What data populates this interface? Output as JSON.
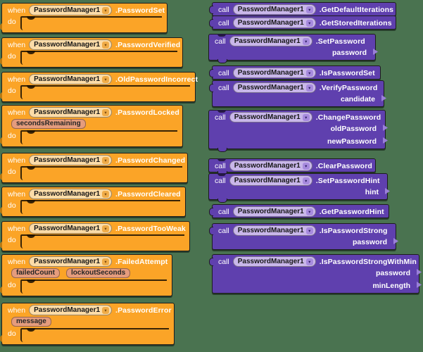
{
  "labels": {
    "when": "when",
    "call": "call",
    "do": "do"
  },
  "component": "PasswordManager1",
  "icons": {
    "dropdown_arrow": "▾"
  },
  "colors": {
    "workspace_background": "#4A7350",
    "event_block": "#FBA427",
    "method_block": "#5F40AE",
    "event_dropdown_pill": "#FCDCA8",
    "method_dropdown_pill": "#C9B7EA",
    "event_param_pill": "#E59C7D"
  },
  "events": [
    {
      "name": ".PasswordSet",
      "params": []
    },
    {
      "name": ".PasswordVerified",
      "params": []
    },
    {
      "name": ".OldPasswordIncorrect",
      "params": []
    },
    {
      "name": ".PasswordLocked",
      "params": [
        "secondsRemaining"
      ]
    },
    {
      "name": ".PasswordChanged",
      "params": []
    },
    {
      "name": ".PasswordCleared",
      "params": []
    },
    {
      "name": ".PasswordTooWeak",
      "params": []
    },
    {
      "name": ".FailedAttempt",
      "params": [
        "failedCount",
        "lockoutSeconds"
      ]
    },
    {
      "name": ".PasswordError",
      "params": [
        "message"
      ]
    }
  ],
  "methods": [
    {
      "name": ".GetDefaultIterations",
      "params": [],
      "returns_value": true
    },
    {
      "name": ".GetStoredIterations",
      "params": [],
      "returns_value": true
    },
    {
      "name": ".SetPassword",
      "params": [
        "password"
      ],
      "returns_value": false
    },
    {
      "name": ".IsPasswordSet",
      "params": [],
      "returns_value": true
    },
    {
      "name": ".VerifyPassword",
      "params": [
        "candidate"
      ],
      "returns_value": true
    },
    {
      "name": ".ChangePassword",
      "params": [
        "oldPassword",
        "newPassword"
      ],
      "returns_value": false
    },
    {
      "name": ".ClearPassword",
      "params": [],
      "returns_value": false
    },
    {
      "name": ".SetPasswordHint",
      "params": [
        "hint"
      ],
      "returns_value": false
    },
    {
      "name": ".GetPasswordHint",
      "params": [],
      "returns_value": true
    },
    {
      "name": ".IsPasswordStrong",
      "params": [
        "password"
      ],
      "returns_value": true
    },
    {
      "name": ".IsPasswordStrongWithMin",
      "params": [
        "password",
        "minLength"
      ],
      "returns_value": true
    }
  ]
}
